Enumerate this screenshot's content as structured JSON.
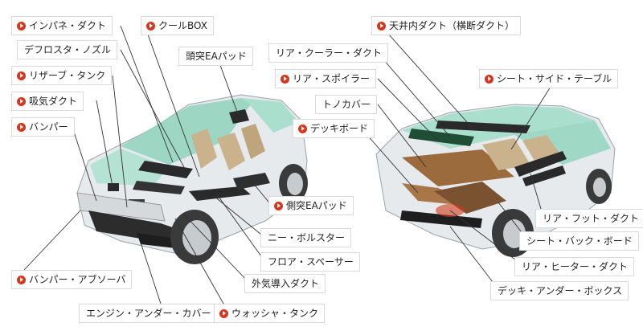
{
  "left_labels": [
    {
      "id": "instrument-panel-duct",
      "text": "インパネ・ダクト",
      "marker": true
    },
    {
      "id": "defroster-nozzle",
      "text": "デフロスタ・ノズル",
      "marker": false
    },
    {
      "id": "reserve-tank",
      "text": "リザーブ・タンク",
      "marker": true
    },
    {
      "id": "intake-duct",
      "text": "吸気ダクト",
      "marker": true
    },
    {
      "id": "bumper",
      "text": "バンパー",
      "marker": true
    },
    {
      "id": "cool-box",
      "text": "クールBOX",
      "marker": true
    },
    {
      "id": "head-ea-pad",
      "text": "頭突EAパッド",
      "marker": false
    },
    {
      "id": "side-ea-pad",
      "text": "側突EAパッド",
      "marker": true
    },
    {
      "id": "knee-bolster",
      "text": "ニー・ボルスター",
      "marker": false
    },
    {
      "id": "floor-spacer",
      "text": "フロア・スペーサー",
      "marker": false
    },
    {
      "id": "outside-air-duct",
      "text": "外気導入ダクト",
      "marker": false
    },
    {
      "id": "bumper-absorber",
      "text": "バンパー・アブソーバ",
      "marker": true
    },
    {
      "id": "engine-under-cover",
      "text": "エンジン・アンダー・カバー",
      "marker": false
    },
    {
      "id": "washer-tank",
      "text": "ウォッシャ・タンク",
      "marker": true
    }
  ],
  "right_labels": [
    {
      "id": "roof-duct",
      "text": "天井内ダクト（横断ダクト）",
      "marker": true
    },
    {
      "id": "rear-cooler-duct",
      "text": "リア・クーラー・ダクト",
      "marker": false
    },
    {
      "id": "rear-spoiler",
      "text": "リア・スポイラー",
      "marker": true
    },
    {
      "id": "seat-side-table",
      "text": "シート・サイド・テーブル",
      "marker": true
    },
    {
      "id": "tonneau-cover",
      "text": "トノカバー",
      "marker": false
    },
    {
      "id": "deck-board",
      "text": "デッキボード",
      "marker": true
    },
    {
      "id": "rear-foot-duct",
      "text": "リア・フット・ダクト",
      "marker": false
    },
    {
      "id": "seat-back-board",
      "text": "シート・バック・ボード",
      "marker": false
    },
    {
      "id": "rear-heater-duct",
      "text": "リア・ヒーター・ダクト",
      "marker": false
    },
    {
      "id": "deck-under-box",
      "text": "デッキ・アンダー・ボックス",
      "marker": false
    }
  ],
  "colors": {
    "marker": "#d6361d",
    "leader": "#333333",
    "car_body": "#e4e8ea",
    "glass": "#8fd3bd",
    "parts_dark": "#2a2a2a",
    "parts_wood": "#9b6a3d",
    "seat": "#c9b28c"
  }
}
